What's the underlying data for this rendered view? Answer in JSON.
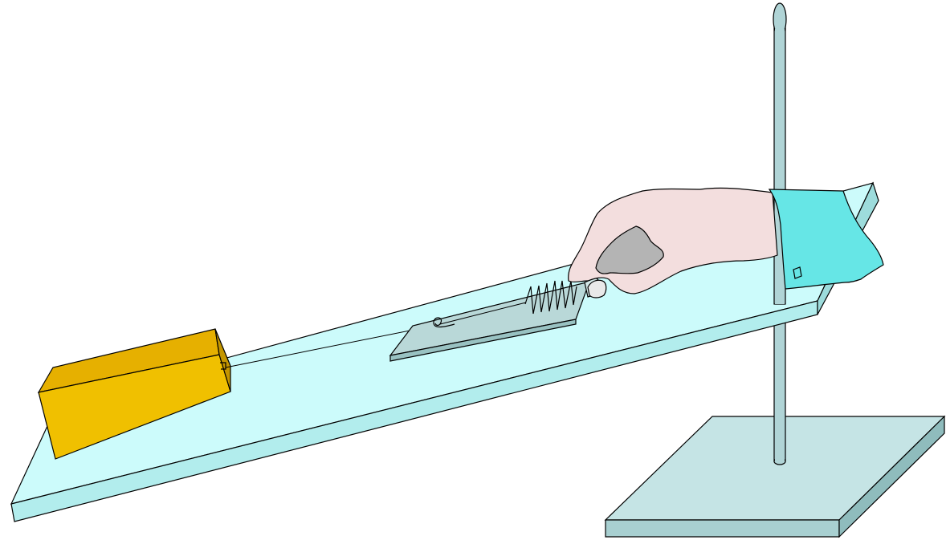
{
  "scene": {
    "description_objects": [
      "inclined-board",
      "wooden-block",
      "string",
      "spring-scale",
      "hand",
      "sleeve-cuff",
      "support-stand"
    ],
    "colors": {
      "background": "#ffffff",
      "board_top": "#ccfbfb",
      "board_edge": "#a6e3e3",
      "block_front": "#f0c000",
      "block_top": "#e9b400",
      "block_side": "#c49600",
      "scale_body": "#b9d8d8",
      "scale_side": "#99c2c2",
      "hand": "#f3dede",
      "cuff": "#66e6e6",
      "stand_top": "#c5e4e5",
      "stand_side": "#9fc8c9",
      "outline": "#000000"
    }
  }
}
